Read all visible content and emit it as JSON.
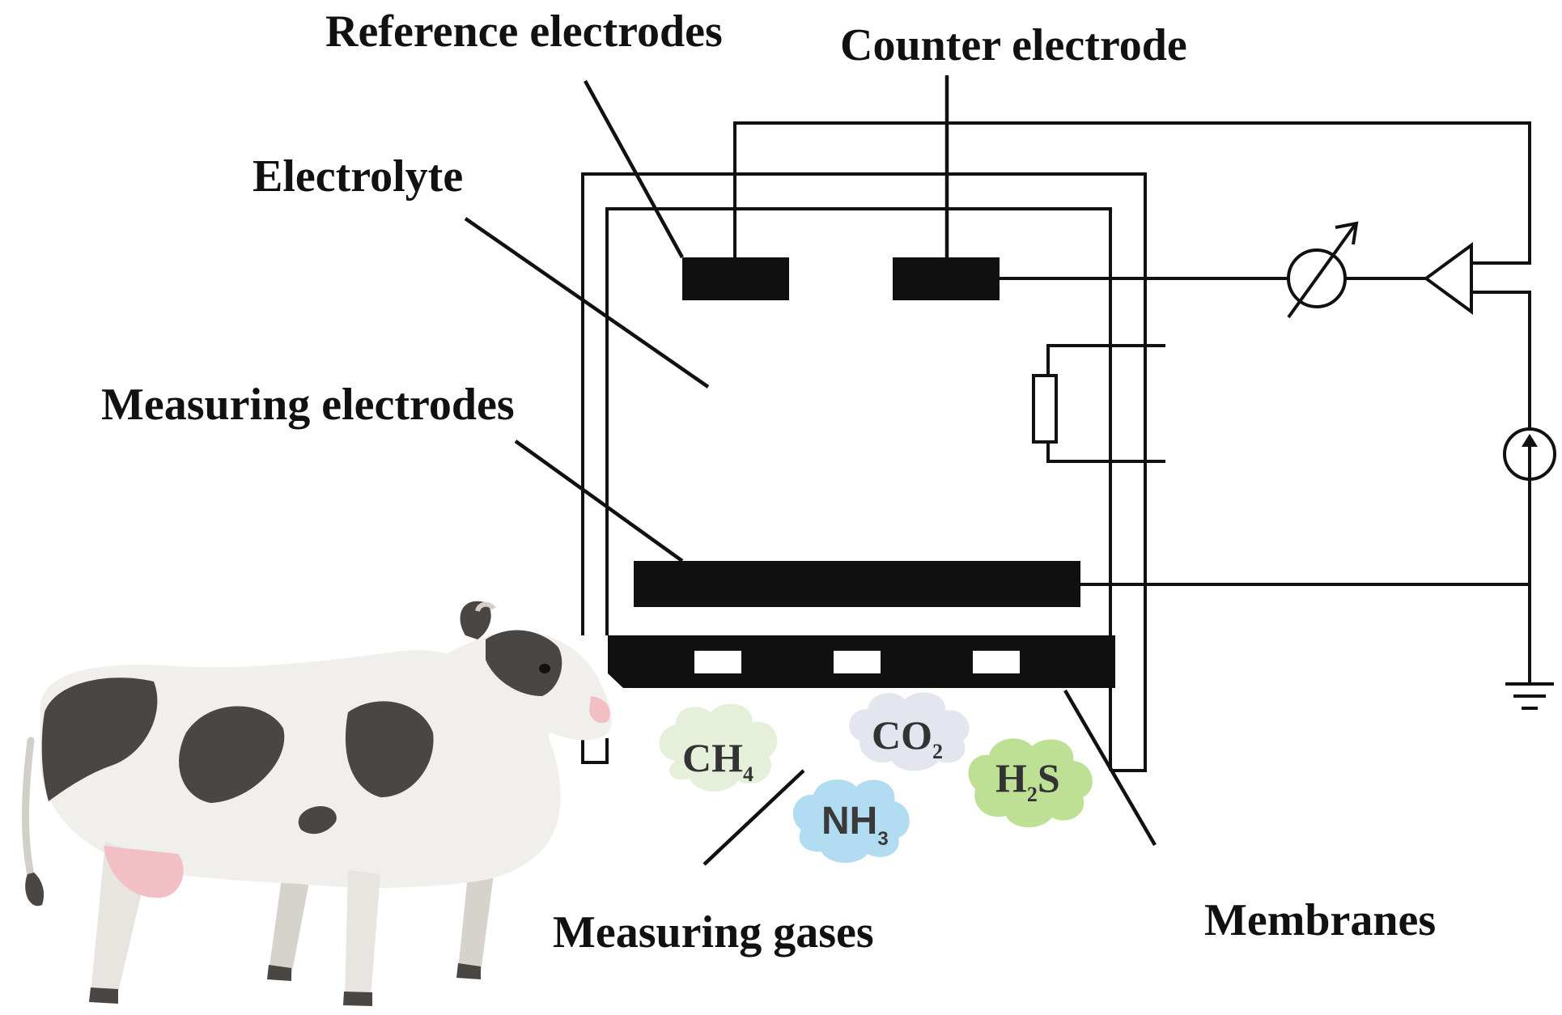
{
  "labels": {
    "reference_electrodes": "Reference electrodes",
    "counter_electrode": "Counter electrode",
    "electrolyte": "Electrolyte",
    "measuring_electrodes": "Measuring electrodes",
    "measuring_gases": "Measuring gases",
    "membranes": "Membranes"
  },
  "gases": [
    {
      "main": "CH",
      "sub": "4"
    },
    {
      "main": "CO",
      "sub": "2"
    },
    {
      "main": "H",
      "sub": "2",
      "tail": "S"
    },
    {
      "main": "NH",
      "sub": "3"
    }
  ],
  "colors": {
    "line": "#111111",
    "ch4_cloud": "#e4eed8",
    "co2_cloud": "#e2e4ee",
    "h2s_cloud": "#b6dd8a",
    "nh3_cloud": "#a9d8ef",
    "cow_body": "#f1efeb",
    "cow_spots": "#4a4643",
    "cow_udder": "#f2bfc4"
  }
}
